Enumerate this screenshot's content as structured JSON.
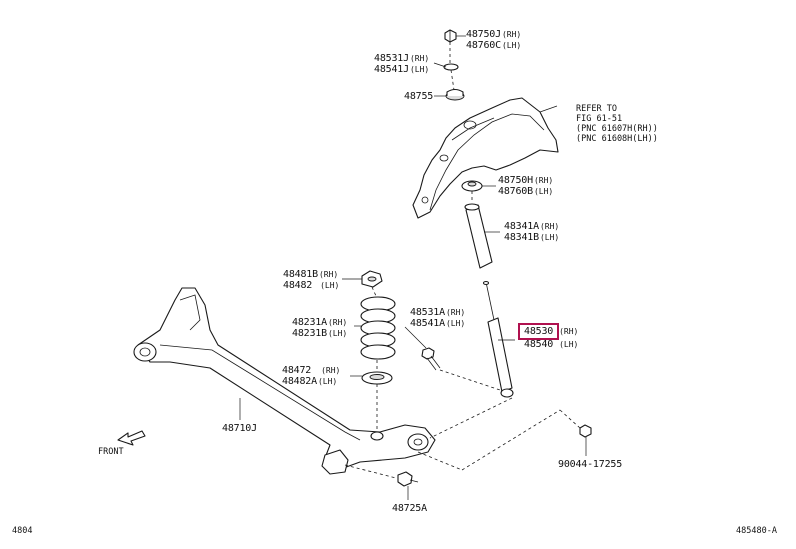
{
  "labels": {
    "p48750j": {
      "pn": "48750J",
      "side": "(RH)"
    },
    "p48760c": {
      "pn": "48760C",
      "side": "(LH)"
    },
    "p48531j": {
      "pn": "48531J",
      "side": "(RH)"
    },
    "p48541j": {
      "pn": "48541J",
      "side": "(LH)"
    },
    "p48755": {
      "pn": "48755"
    },
    "p48750h": {
      "pn": "48750H",
      "side": "(RH)"
    },
    "p48760b": {
      "pn": "48760B",
      "side": "(LH)"
    },
    "p48341a": {
      "pn": "48341A",
      "side": "(RH)"
    },
    "p48341b": {
      "pn": "48341B",
      "side": "(LH)"
    },
    "p48481b": {
      "pn": "48481B",
      "side": "(RH)"
    },
    "p48482": {
      "pn": "48482",
      "side": "(LH)"
    },
    "p48231a": {
      "pn": "48231A",
      "side": "(RH)"
    },
    "p48231b": {
      "pn": "48231B",
      "side": "(LH)"
    },
    "p48531a": {
      "pn": "48531A",
      "side": "(RH)"
    },
    "p48541a": {
      "pn": "48541A",
      "side": "(LH)"
    },
    "p48530": {
      "pn": "48530",
      "side": "(RH)"
    },
    "p48540": {
      "pn": "48540",
      "side": "(LH)"
    },
    "p48472": {
      "pn": "48472",
      "side": "(RH)"
    },
    "p48482a": {
      "pn": "48482A",
      "side": "(LH)"
    },
    "p48710j": {
      "pn": "48710J"
    },
    "p90044": {
      "pn": "90044-17255"
    },
    "p48725a": {
      "pn": "48725A"
    }
  },
  "refer_note": [
    "REFER TO",
    "FIG 61-51",
    "(PNC 61607H(RH))",
    "(PNC 61608H(LH))"
  ],
  "front_label": "FRONT",
  "footer": {
    "left": "4804",
    "right": "485480-A"
  },
  "highlight_color": "#b0114f"
}
